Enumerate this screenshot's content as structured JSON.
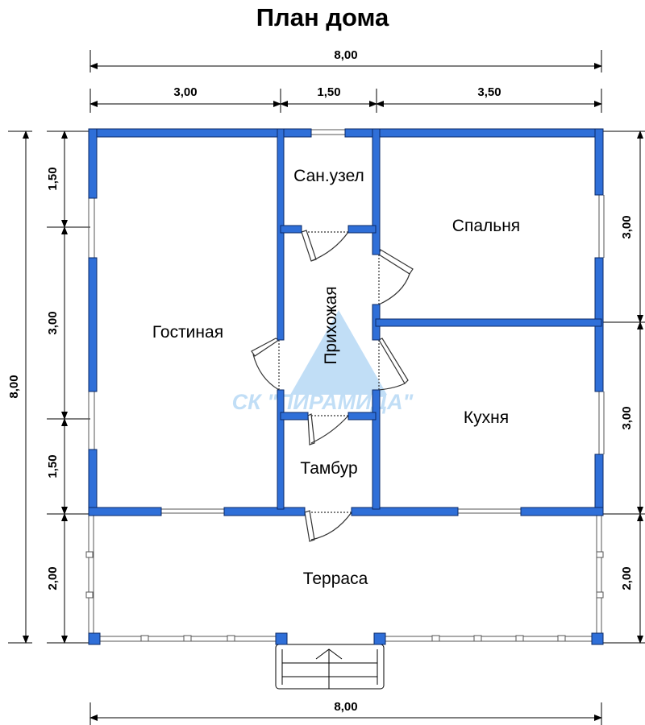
{
  "title": "План дома",
  "colors": {
    "wall": "#2f6fd8",
    "watermark": "#8fc4f0",
    "line": "#000000"
  },
  "dimensions": {
    "top_total": "8,00",
    "top_seg_1": "3,00",
    "top_seg_2": "1,50",
    "top_seg_3": "3,50",
    "left_total": "8,00",
    "left_seg_1": "1,50",
    "left_seg_2": "3,00",
    "left_seg_3": "1,50",
    "left_seg_4": "2,00",
    "right_seg_1": "3,00",
    "right_seg_2": "3,00",
    "right_seg_3": "2,00",
    "bottom_total": "8,00"
  },
  "rooms": {
    "living": "Гостиная",
    "bathroom": "Сан.узел",
    "hallway": "Прихожая",
    "bedroom": "Спальня",
    "kitchen": "Кухня",
    "vestibule": "Тамбур",
    "terrace": "Терраса"
  },
  "watermark": "СК \"ПИРАМИДА\""
}
